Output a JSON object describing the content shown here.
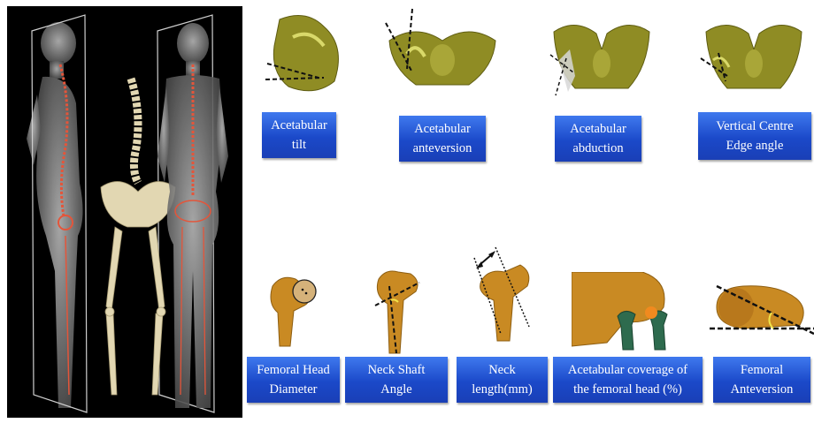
{
  "colors": {
    "label_bg": "#2a5bd7",
    "pelvis": "#8f8c24",
    "femur": "#c98a23",
    "spine_highlight": "#e4553a",
    "bone_beige": "#e2d7b2"
  },
  "labels": {
    "acetabular_tilt": "Acetabular\ntilt",
    "acetabular_anteversion": "Acetabular\nanteversion",
    "acetabular_abduction": "Acetabular\nabduction",
    "vertical_centre_edge_angle": "Vertical Centre\nEdge angle",
    "femoral_head_diameter": "Femoral Head\nDiameter",
    "neck_shaft_angle": "Neck Shaft\nAngle",
    "neck_length": "Neck\nlength(mm)",
    "acetabular_coverage": "Acetabular coverage of\nthe femoral head (%)",
    "femoral_anteversion": "Femoral\nAnteversion"
  }
}
